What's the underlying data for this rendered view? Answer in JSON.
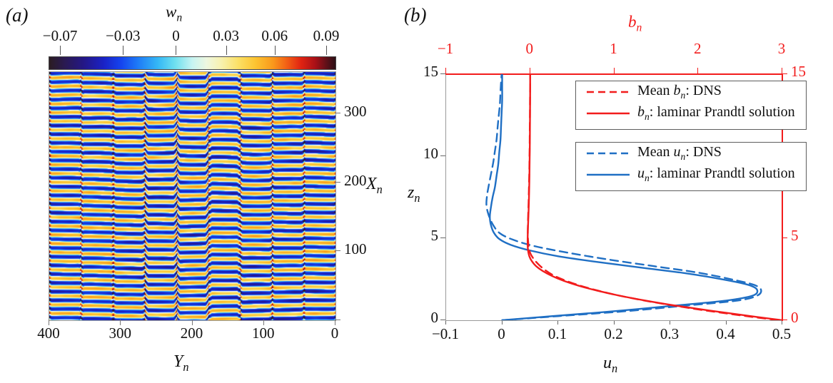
{
  "figure": {
    "panel_a_tag": "(a)",
    "panel_b_tag": "(b)"
  },
  "panel_a": {
    "colorbar": {
      "title": "w",
      "title_sub": "n",
      "ticks": [
        "−0.07",
        "−0.03",
        "0",
        "0.03",
        "0.06",
        "0.09"
      ],
      "tick_positions_pct": [
        4.0,
        26.0,
        44.5,
        62.0,
        79.0,
        97.0
      ],
      "vmin": -0.085,
      "vmax": 0.098
    },
    "x_axis": {
      "label": "Y",
      "label_sub": "n",
      "ticks": [
        "400",
        "300",
        "200",
        "100",
        "0"
      ],
      "reversed": true,
      "range": [
        400,
        0
      ]
    },
    "y_axis": {
      "label": "X",
      "label_sub": "n",
      "ticks": [
        "100",
        "200",
        "300"
      ],
      "range": [
        0,
        360
      ]
    }
  },
  "panel_b": {
    "bottom_axis": {
      "label": "u",
      "label_sub": "n",
      "color": "#111111",
      "ticks": [
        "−0.1",
        "0",
        "0.1",
        "0.2",
        "0.3",
        "0.4",
        "0.5"
      ],
      "range": [
        -0.1,
        0.5
      ]
    },
    "top_axis": {
      "label": "b",
      "label_sub": "n",
      "color": "#f21c1c",
      "ticks": [
        "−1",
        "0",
        "1",
        "2",
        "3"
      ],
      "range": [
        -1,
        3
      ]
    },
    "left_axis": {
      "label": "z",
      "label_sub": "n",
      "color": "#111111",
      "ticks": [
        "0",
        "5",
        "10",
        "15"
      ],
      "range": [
        0,
        15
      ]
    },
    "right_axis": {
      "label": "",
      "color": "#f21c1c",
      "ticks": [
        "0",
        "5",
        "10",
        "15"
      ],
      "range": [
        0,
        15
      ]
    },
    "legend_1": [
      {
        "text_pre": "Mean ",
        "sym": "b",
        "sym_sub": "n",
        "text_post": ": DNS",
        "style": "dashed",
        "color": "#f21c1c"
      },
      {
        "text_pre": "",
        "sym": "b",
        "sym_sub": "n",
        "text_post": ": laminar Prandtl solution",
        "style": "solid",
        "color": "#f21c1c"
      }
    ],
    "legend_2": [
      {
        "text_pre": "Mean ",
        "sym": "u",
        "sym_sub": "n",
        "text_post": ": DNS",
        "style": "dashed",
        "color": "#1f6fc4"
      },
      {
        "text_pre": "",
        "sym": "u",
        "sym_sub": "n",
        "text_post": ": laminar Prandtl solution",
        "style": "solid",
        "color": "#1f6fc4"
      }
    ]
  },
  "chart_data": {
    "type": "line",
    "title": "",
    "panels": [
      {
        "name": "panel_a_contour",
        "type": "heatmap",
        "variable": "w_n",
        "xlabel": "Y_n",
        "ylabel": "X_n",
        "xlim": [
          400,
          0
        ],
        "ylim": [
          0,
          360
        ],
        "clim": [
          -0.085,
          0.098
        ],
        "colorbar_ticks": [
          -0.07,
          -0.03,
          0,
          0.03,
          0.06,
          0.09
        ],
        "description": "Instantaneous vertical velocity field showing quasi-horizontal banded roll structures"
      },
      {
        "name": "panel_b_profiles",
        "type": "line",
        "xlabel": "u_n",
        "ylabel": "z_n",
        "xlim": [
          -0.1,
          0.5
        ],
        "ylim": [
          0,
          15
        ],
        "x2label": "b_n",
        "x2lim": [
          -1,
          3
        ],
        "grid": false,
        "legend_position": "upper-right",
        "series": [
          {
            "name": "u_n: laminar Prandtl solution",
            "color": "#1f6fc4",
            "style": "solid",
            "axis": "bottom",
            "x": [
              0.0,
              0.09,
              0.2,
              0.31,
              0.4,
              0.447,
              0.455,
              0.44,
              0.4,
              0.33,
              0.25,
              0.17,
              0.1,
              0.05,
              0.015,
              -0.005,
              -0.015,
              -0.02,
              -0.022,
              -0.02,
              -0.017,
              -0.013,
              -0.01,
              -0.007,
              -0.005,
              -0.003,
              -0.002,
              -0.001,
              0.0,
              0.0,
              0.0
            ],
            "z": [
              0.0,
              0.25,
              0.55,
              0.9,
              1.2,
              1.5,
              1.85,
              2.15,
              2.45,
              2.85,
              3.2,
              3.55,
              3.9,
              4.25,
              4.6,
              4.95,
              5.35,
              5.8,
              6.3,
              6.9,
              7.5,
              8.1,
              8.8,
              9.5,
              10.3,
              11.0,
              11.8,
              12.6,
              13.4,
              14.2,
              15.0
            ]
          },
          {
            "name": "Mean u_n: DNS",
            "color": "#1f6fc4",
            "style": "dashed",
            "axis": "bottom",
            "x": [
              0.0,
              0.1,
              0.22,
              0.33,
              0.42,
              0.455,
              0.462,
              0.45,
              0.415,
              0.35,
              0.27,
              0.19,
              0.12,
              0.06,
              0.02,
              -0.004,
              -0.016,
              -0.024,
              -0.028,
              -0.027,
              -0.024,
              -0.02,
              -0.016,
              -0.013,
              -0.01,
              -0.008,
              -0.006,
              -0.004,
              -0.003,
              -0.002,
              -0.001
            ],
            "z": [
              0.0,
              0.25,
              0.55,
              0.9,
              1.2,
              1.5,
              1.85,
              2.15,
              2.45,
              2.9,
              3.3,
              3.7,
              4.1,
              4.5,
              4.9,
              5.3,
              5.8,
              6.4,
              7.0,
              7.6,
              8.2,
              8.9,
              9.6,
              10.3,
              11.0,
              11.8,
              12.5,
              13.2,
              13.9,
              14.5,
              15.0
            ]
          },
          {
            "name": "b_n: laminar Prandtl solution",
            "color": "#f21c1c",
            "style": "solid",
            "axis": "top",
            "b": [
              3.0,
              2.55,
              2.12,
              1.72,
              1.37,
              1.06,
              0.8,
              0.58,
              0.4,
              0.26,
              0.15,
              0.07,
              0.02,
              -0.01,
              -0.025,
              -0.03,
              -0.03,
              -0.028,
              -0.024,
              -0.02,
              -0.016,
              -0.013,
              -0.01,
              -0.008,
              -0.006,
              -0.004,
              -0.003,
              -0.002,
              -0.001,
              0.0,
              0.0
            ],
            "z": [
              0.0,
              0.3,
              0.6,
              0.9,
              1.2,
              1.5,
              1.8,
              2.1,
              2.4,
              2.7,
              3.0,
              3.3,
              3.6,
              3.9,
              4.25,
              4.6,
              5.0,
              5.45,
              5.95,
              6.5,
              7.1,
              7.75,
              8.45,
              9.2,
              10.0,
              10.8,
              11.6,
              12.4,
              13.2,
              14.1,
              15.0
            ]
          },
          {
            "name": "Mean b_n: DNS",
            "color": "#f21c1c",
            "style": "dashed",
            "axis": "top",
            "b": [
              2.95,
              2.5,
              2.08,
              1.7,
              1.36,
              1.06,
              0.81,
              0.6,
              0.43,
              0.29,
              0.18,
              0.1,
              0.04,
              0.0,
              -0.018,
              -0.026,
              -0.028,
              -0.026,
              -0.023,
              -0.019,
              -0.016,
              -0.013,
              -0.01,
              -0.008,
              -0.006,
              -0.005,
              -0.003,
              -0.002,
              -0.001,
              0.0,
              0.0
            ],
            "z": [
              0.0,
              0.3,
              0.6,
              0.9,
              1.2,
              1.5,
              1.8,
              2.1,
              2.4,
              2.7,
              3.05,
              3.4,
              3.75,
              4.1,
              4.5,
              4.95,
              5.45,
              6.0,
              6.55,
              7.15,
              7.8,
              8.45,
              9.15,
              9.9,
              10.7,
              11.5,
              12.3,
              13.1,
              13.9,
              14.5,
              15.0
            ]
          }
        ]
      }
    ]
  }
}
